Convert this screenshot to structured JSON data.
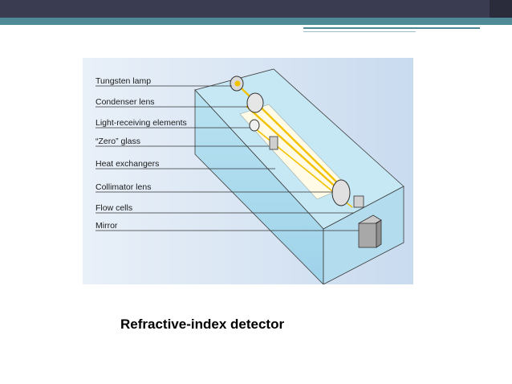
{
  "diagram": {
    "labels": [
      "Tungsten lamp",
      "Condenser lens",
      "Light-receiving elements",
      "“Zero” glass",
      "Heat exchangers",
      "Collimator lens",
      "Flow cells",
      "Mirror"
    ],
    "colors": {
      "background": "#d8e6f4",
      "box_top": "#bfe4f2",
      "box_front": "#a9dbee",
      "beam": "#f2c200"
    }
  },
  "caption": "Refractive-index detector"
}
